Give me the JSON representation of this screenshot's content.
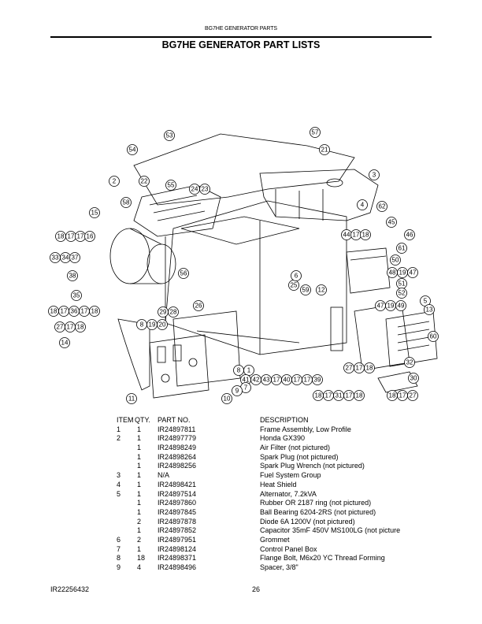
{
  "header": {
    "running_head": "BG7HE GENERATOR PARTS",
    "title": "BG7HE GENERATOR PART LISTS"
  },
  "diagram": {
    "description": "Exploded view of BG7HE generator assembly",
    "callouts": [
      "53",
      "57",
      "54",
      "21",
      "3",
      "2",
      "22",
      "55",
      "24",
      "23",
      "58",
      "15",
      "4",
      "62",
      "45",
      "46",
      "18",
      "17",
      "17",
      "16",
      "44",
      "17",
      "18",
      "61",
      "33",
      "34",
      "37",
      "50",
      "48",
      "19",
      "47",
      "38",
      "56",
      "51",
      "25",
      "6",
      "52",
      "59",
      "12",
      "47",
      "19",
      "49",
      "35",
      "18",
      "17",
      "36",
      "17",
      "18",
      "5",
      "13",
      "29",
      "28",
      "26",
      "27",
      "17",
      "18",
      "8",
      "19",
      "20",
      "60",
      "14",
      "32",
      "27",
      "17",
      "18",
      "8",
      "1",
      "30",
      "41",
      "42",
      "43",
      "17",
      "40",
      "17",
      "17",
      "39",
      "7",
      "18",
      "17",
      "31",
      "17",
      "18",
      "18",
      "17",
      "27",
      "11",
      "10",
      "9"
    ]
  },
  "parts_table": {
    "headers": {
      "item": "ITEM",
      "qty": "QTY.",
      "part_no": "PART NO.",
      "description": "DESCRIPTION"
    },
    "rows": [
      {
        "item": "1",
        "qty": "1",
        "part_no": "IR24897811",
        "description": "Frame Assembly, Low Profile"
      },
      {
        "item": "2",
        "qty": "1",
        "part_no": "IR24897779",
        "description": "Honda GX390"
      },
      {
        "item": "",
        "qty": "1",
        "part_no": "IR24898249",
        "description": "Air Filter (not pictured)"
      },
      {
        "item": "",
        "qty": "1",
        "part_no": "IR24898264",
        "description": "Spark Plug (not pictured)"
      },
      {
        "item": "",
        "qty": "1",
        "part_no": "IR24898256",
        "description": "Spark Plug Wrench (not pictured)"
      },
      {
        "item": "3",
        "qty": "1",
        "part_no": "N/A",
        "description": "Fuel System Group"
      },
      {
        "item": "4",
        "qty": "1",
        "part_no": "IR24898421",
        "description": "Heat Shield"
      },
      {
        "item": "5",
        "qty": "1",
        "part_no": "IR24897514",
        "description": "Alternator, 7.2kVA"
      },
      {
        "item": "",
        "qty": "1",
        "part_no": "IR24897860",
        "description": "Rubber OR 2187 ring (not pictured)"
      },
      {
        "item": "",
        "qty": "1",
        "part_no": "IR24897845",
        "description": "Ball Bearing 6204-2RS (not pictured)"
      },
      {
        "item": "",
        "qty": "2",
        "part_no": "IR24897878",
        "description": "Diode 6A 1200V (not pictured)"
      },
      {
        "item": "",
        "qty": "1",
        "part_no": "IR24897852",
        "description": "Capacitor 35mF 450V MS100LG (not picture"
      },
      {
        "item": "6",
        "qty": "2",
        "part_no": "IR24897951",
        "description": "Grommet"
      },
      {
        "item": "7",
        "qty": "1",
        "part_no": "IR24898124",
        "description": "Control Panel Box"
      },
      {
        "item": "8",
        "qty": "18",
        "part_no": "IR24898371",
        "description": "Flange Bolt, M6x20  YC Thread Forming"
      },
      {
        "item": "9",
        "qty": "4",
        "part_no": "IR24898496",
        "description": "Spacer, 3/8\""
      }
    ]
  },
  "footer": {
    "doc_number": "IR22256432",
    "page_number": "26"
  }
}
